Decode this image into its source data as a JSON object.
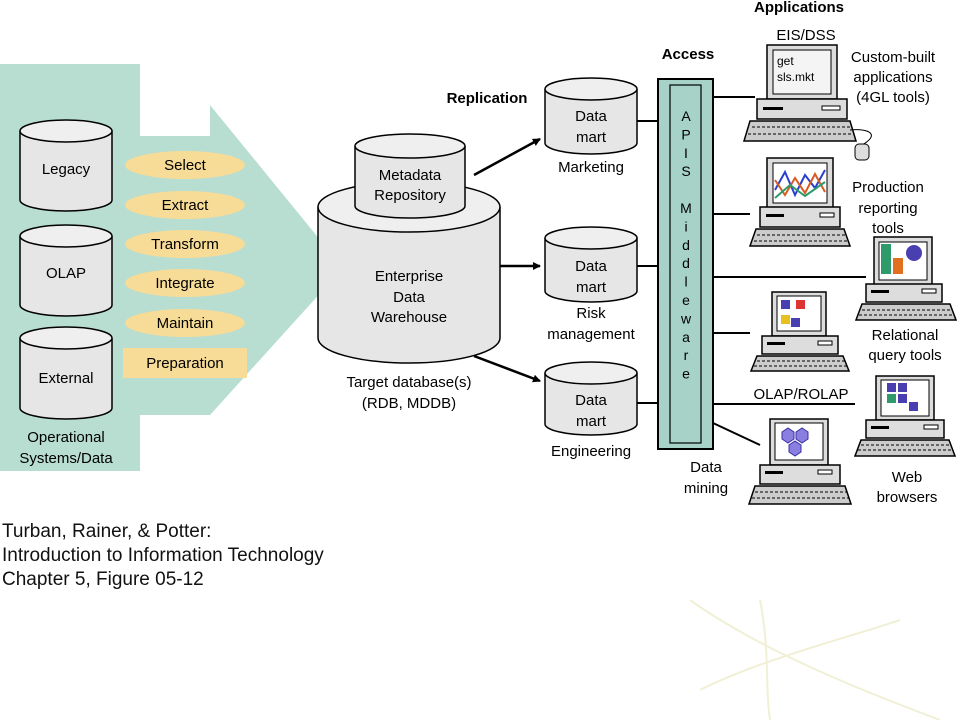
{
  "colors": {
    "arrow_fill": "#b8ddd1",
    "process_fill": "#f7dc97",
    "cylinder_fill": "#e6e6e6",
    "middleware_fill": "#a6d2c7",
    "line": "#000000"
  },
  "sources": {
    "items": [
      "Legacy",
      "OLAP",
      "External"
    ],
    "caption_line1": "Operational",
    "caption_line2": "Systems/Data"
  },
  "processes": [
    "Select",
    "Extract",
    "Transform",
    "Integrate",
    "Maintain",
    "Preparation"
  ],
  "warehouse": {
    "metadata_line1": "Metadata",
    "metadata_line2": "Repository",
    "line1": "Enterprise",
    "line2": "Data",
    "line3": "Warehouse",
    "target_line1": "Target database(s)",
    "target_line2": "(RDB, MDDB)"
  },
  "replication_label": "Replication",
  "marts": [
    {
      "line1": "Data",
      "line2": "mart",
      "caption_line1": "Marketing",
      "caption_line2": ""
    },
    {
      "line1": "Data",
      "line2": "mart",
      "caption_line1": "Risk",
      "caption_line2": "management"
    },
    {
      "line1": "Data",
      "line2": "mart",
      "caption_line1": "Engineering",
      "caption_line2": ""
    }
  ],
  "access_label": "Access",
  "middleware_letters": [
    "A",
    "P",
    "I",
    "S",
    "",
    "M",
    "i",
    "d",
    "d",
    "l",
    "e",
    "w",
    "a",
    "r",
    "e"
  ],
  "applications": {
    "heading": "Applications",
    "eis_label": "EIS/DSS",
    "screen_text_line1": "get",
    "screen_text_line2": "sls.mkt",
    "custom_line1": "Custom-built",
    "custom_line2": "applications",
    "custom_line3": "(4GL tools)",
    "production_line1": "Production",
    "production_line2": "reporting",
    "production_line3": "tools",
    "relational_line1": "Relational",
    "relational_line2": "query tools",
    "olap_label": "OLAP/ROLAP",
    "web_line1": "Web",
    "web_line2": "browsers",
    "mining_line1": "Data",
    "mining_line2": "mining"
  },
  "caption": {
    "line1": "Turban, Rainer, & Potter:",
    "line2": "Introduction to Information Technology",
    "line3": "Chapter 5, Figure 05-12"
  }
}
